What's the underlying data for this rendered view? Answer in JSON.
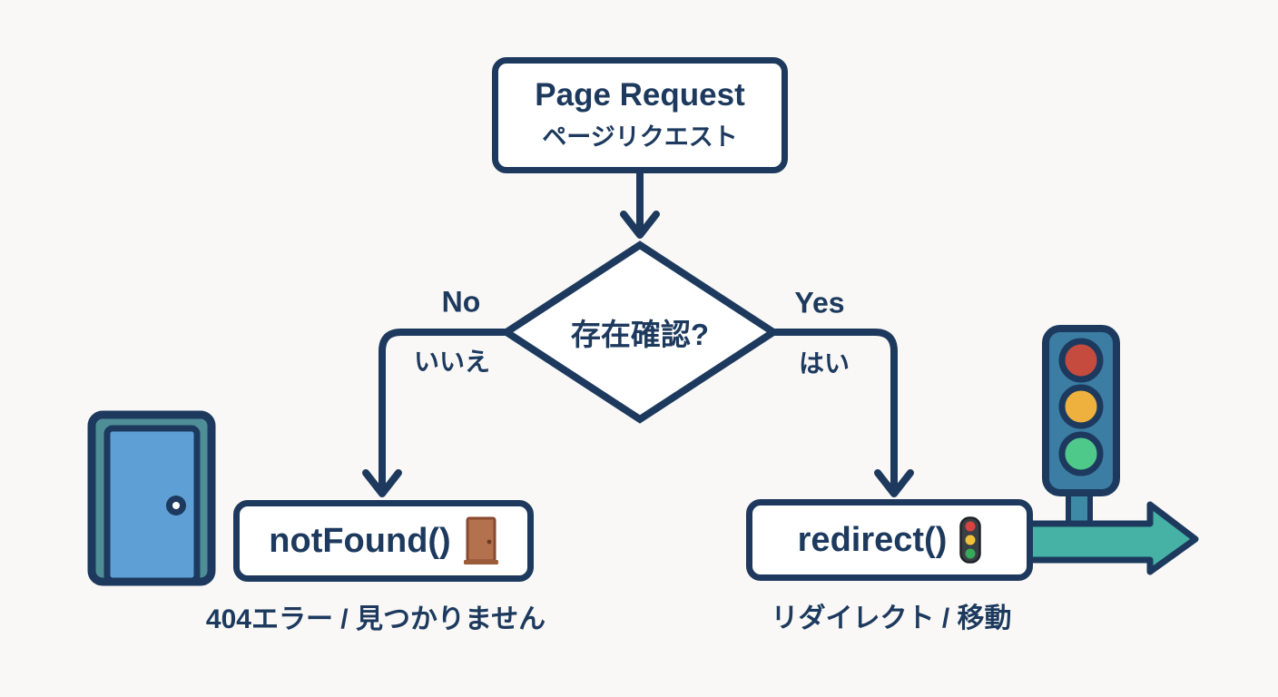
{
  "flowchart": {
    "start": {
      "title": "Page Request",
      "subtitle": "ページリクエスト"
    },
    "decision": {
      "question": "存在確認?"
    },
    "branches": {
      "no": {
        "en": "No",
        "ja": "いいえ"
      },
      "yes": {
        "en": "Yes",
        "ja": "はい"
      }
    },
    "outcomes": {
      "not_found": {
        "code": "notFound()",
        "icon": "door-icon",
        "caption": "404エラー / 見つかりません"
      },
      "redirect": {
        "code": "redirect()",
        "icon": "traffic-light-icon",
        "caption": "リダイレクト / 移動"
      }
    },
    "colors": {
      "navy": "#1d3a5e",
      "node_fill": "#ffffff",
      "background": "#f9f8f6",
      "teal_arrow": "#46b2a5",
      "traffic_body_blue": "#3b7da3",
      "light_red": "#c44b3e",
      "light_amber": "#eeb13e",
      "light_green": "#4fc98a",
      "door_frame_teal": "#4e8e96",
      "door_panel_blue": "#5e9fd5",
      "emoji_door_brown": "#b3714e"
    }
  }
}
